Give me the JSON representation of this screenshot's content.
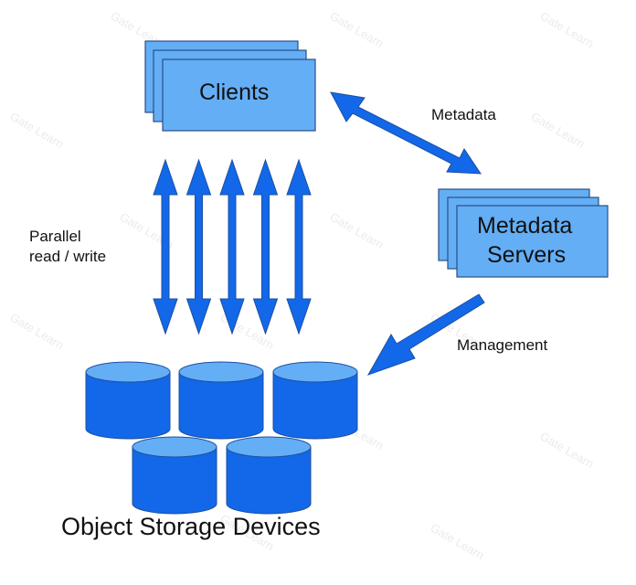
{
  "diagram": {
    "title": "Object storage architecture",
    "colors": {
      "box_fill": "#64aef5",
      "box_stroke": "#2a4f86",
      "arrow_fill": "#1268e8",
      "arrow_stroke": "#1d4fa0",
      "cylinder_body": "#1268e8",
      "cylinder_top": "#64aef5",
      "text": "#111111"
    },
    "nodes": {
      "clients": {
        "label": "Clients",
        "stack_count": 3
      },
      "metadata_servers": {
        "label_line1": "Metadata",
        "label_line2": "Servers",
        "stack_count": 3
      },
      "object_storage": {
        "label": "Object Storage Devices",
        "device_count": 5
      }
    },
    "edges": {
      "metadata": {
        "label": "Metadata",
        "from": "Clients",
        "to": "Metadata Servers",
        "direction": "bidirectional"
      },
      "parallel_io": {
        "label_line1": "Parallel",
        "label_line2": "read / write",
        "from": "Clients",
        "to": "Object Storage Devices",
        "direction": "bidirectional",
        "arrow_count": 5
      },
      "management": {
        "label": "Management",
        "from": "Metadata Servers",
        "to": "Object Storage Devices",
        "direction": "one-way"
      }
    }
  }
}
